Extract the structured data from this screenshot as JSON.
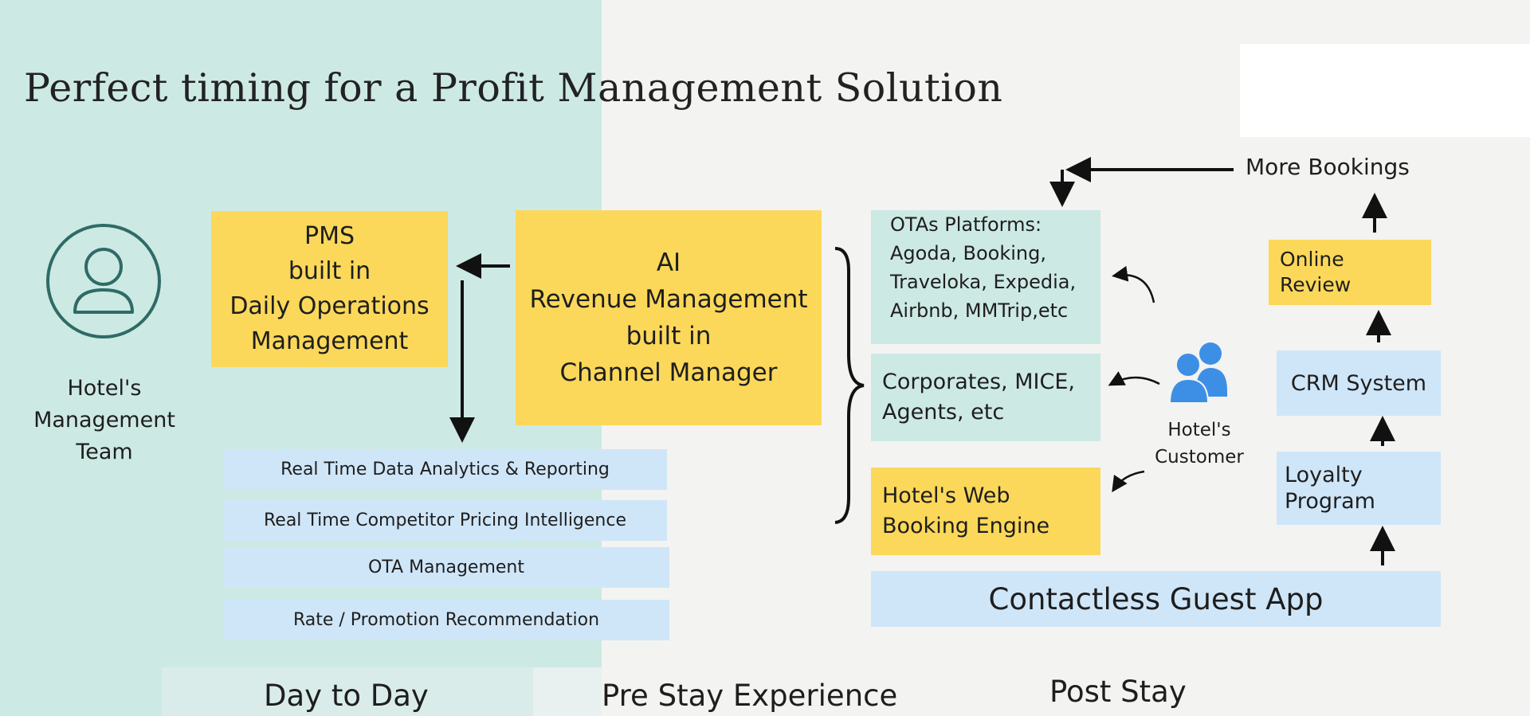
{
  "title": "Perfect timing for a Profit Management Solution",
  "team_label": [
    "Hotel's",
    "Management",
    "Team"
  ],
  "pms": [
    "PMS",
    "built in",
    "Daily Operations",
    "Management"
  ],
  "ai": [
    "AI",
    "Revenue Management",
    "built in",
    "Channel Manager"
  ],
  "features": [
    "Real Time Data Analytics & Reporting",
    "Real Time Competitor Pricing Intelligence",
    "OTA Management",
    "Rate / Promotion Recommendation"
  ],
  "channels": {
    "otas": [
      "OTAs Platforms:",
      "Agoda, Booking,",
      "Traveloka, Expedia,",
      "Airbnb, MMTrip,etc"
    ],
    "corporates": [
      "Corporates, MICE,",
      "Agents, etc"
    ],
    "web_engine": [
      "Hotel's Web",
      "Booking Engine"
    ]
  },
  "customer_label": [
    "Hotel's",
    "Customer"
  ],
  "post_stay": {
    "more_bookings": "More Bookings",
    "online_review": [
      "Online",
      "Review"
    ],
    "crm": "CRM System",
    "loyalty": [
      "Loyalty",
      "Program"
    ]
  },
  "guest_app": "Contactless Guest App",
  "categories": [
    "Day to Day",
    "Pre Stay Experience",
    "Post Stay"
  ],
  "colors": {
    "yellow": "#fbd85a",
    "light_blue": "#cfe6f8",
    "teal": "#cde9e4",
    "icon_blue": "#3d8fe6",
    "icon_outline": "#2f6b66"
  }
}
